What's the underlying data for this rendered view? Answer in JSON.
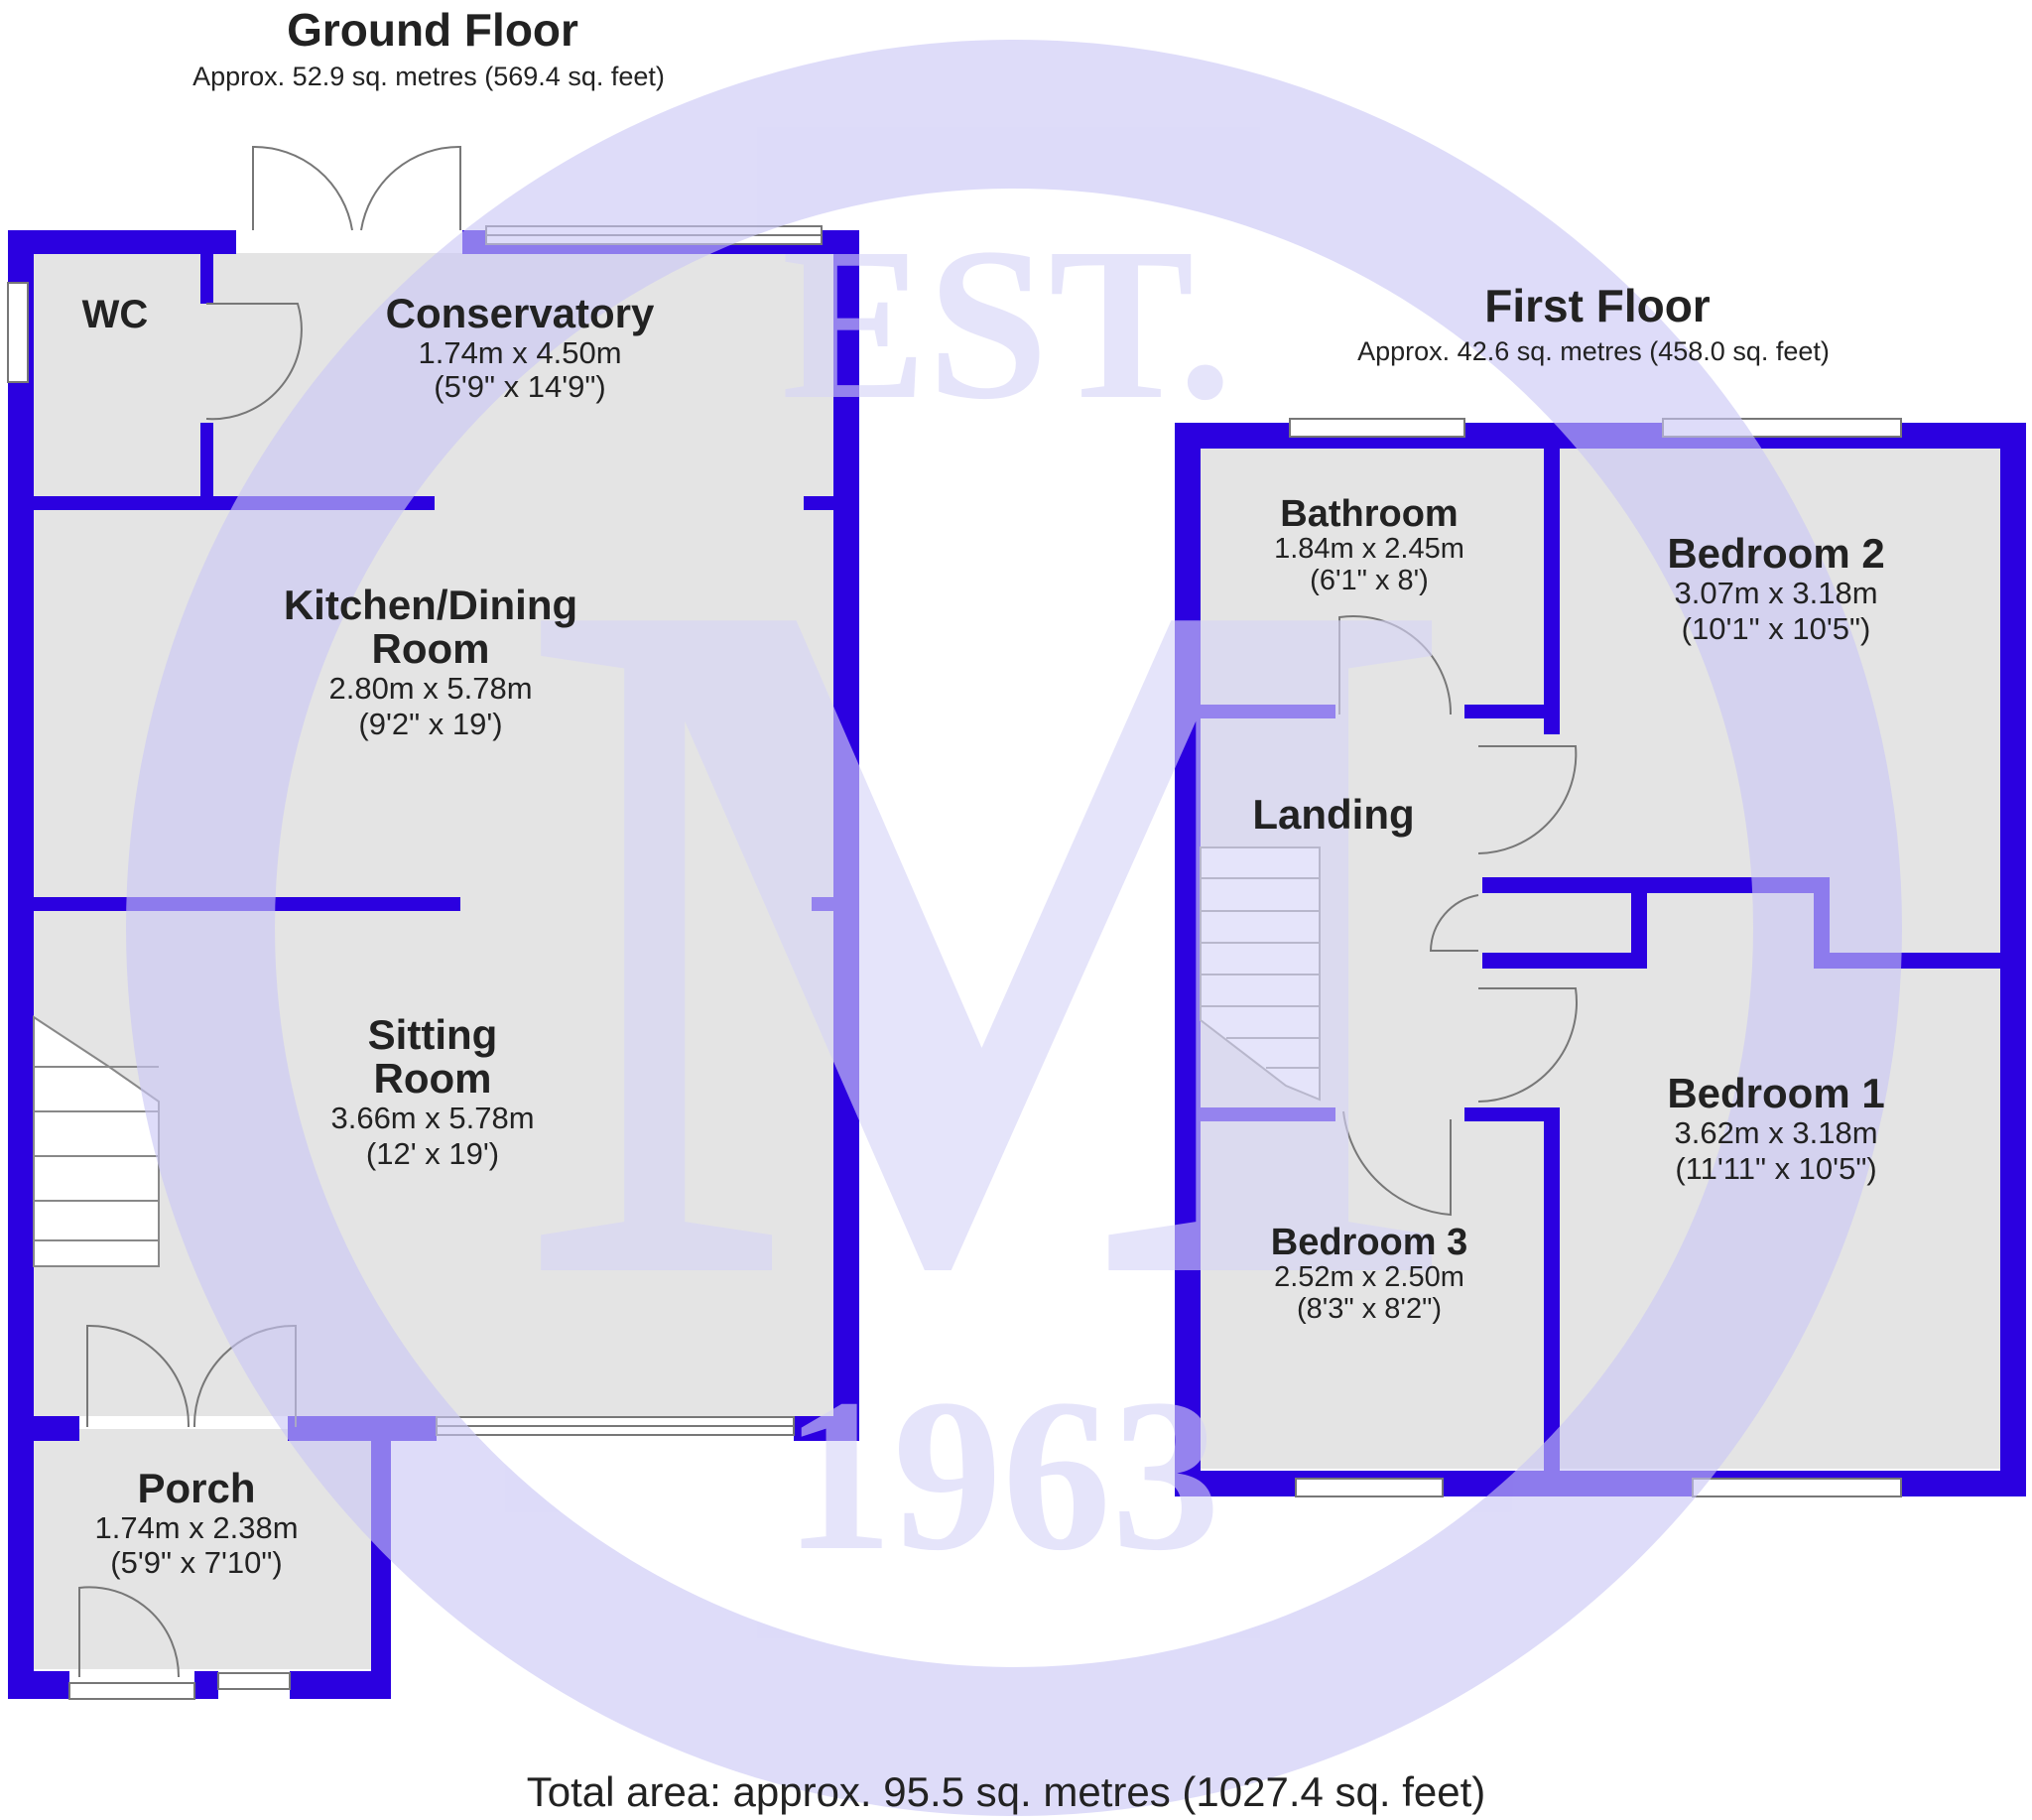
{
  "ground_floor": {
    "title": "Ground Floor",
    "area": "Approx. 52.9 sq. metres (569.4 sq. feet)",
    "rooms": {
      "wc": {
        "name": "WC"
      },
      "conservatory": {
        "name": "Conservatory",
        "metric": "1.74m x 4.50m",
        "imperial": "(5'9\" x 14'9\")"
      },
      "kitchen": {
        "name_line1": "Kitchen/Dining",
        "name_line2": "Room",
        "metric": "2.80m x 5.78m",
        "imperial": "(9'2\" x 19')"
      },
      "sitting": {
        "name_line1": "Sitting",
        "name_line2": "Room",
        "metric": "3.66m x 5.78m",
        "imperial": "(12' x 19')"
      },
      "porch": {
        "name": "Porch",
        "metric": "1.74m x 2.38m",
        "imperial": "(5'9\" x 7'10\")"
      }
    }
  },
  "first_floor": {
    "title": "First Floor",
    "area": "Approx. 42.6 sq. metres (458.0 sq. feet)",
    "rooms": {
      "bathroom": {
        "name": "Bathroom",
        "metric": "1.84m x 2.45m",
        "imperial": "(6'1\" x 8')"
      },
      "bedroom2": {
        "name": "Bedroom 2",
        "metric": "3.07m x 3.18m",
        "imperial": "(10'1\" x 10'5\")"
      },
      "landing": {
        "name": "Landing"
      },
      "bedroom1": {
        "name": "Bedroom 1",
        "metric": "3.62m x 3.18m",
        "imperial": "(11'11\" x 10'5\")"
      },
      "bedroom3": {
        "name": "Bedroom 3",
        "metric": "2.52m x 2.50m",
        "imperial": "(8'3\" x 8'2\")"
      }
    }
  },
  "total_area": "Total area: approx. 95.5 sq. metres (1027.4 sq. feet)",
  "watermark": {
    "est": "EST.",
    "letter": "M",
    "year": "1963"
  },
  "colors": {
    "wall": "#2b00e0",
    "floor": "#e4e4e4",
    "watermark": "#d6d4f7",
    "text": "#222222"
  }
}
